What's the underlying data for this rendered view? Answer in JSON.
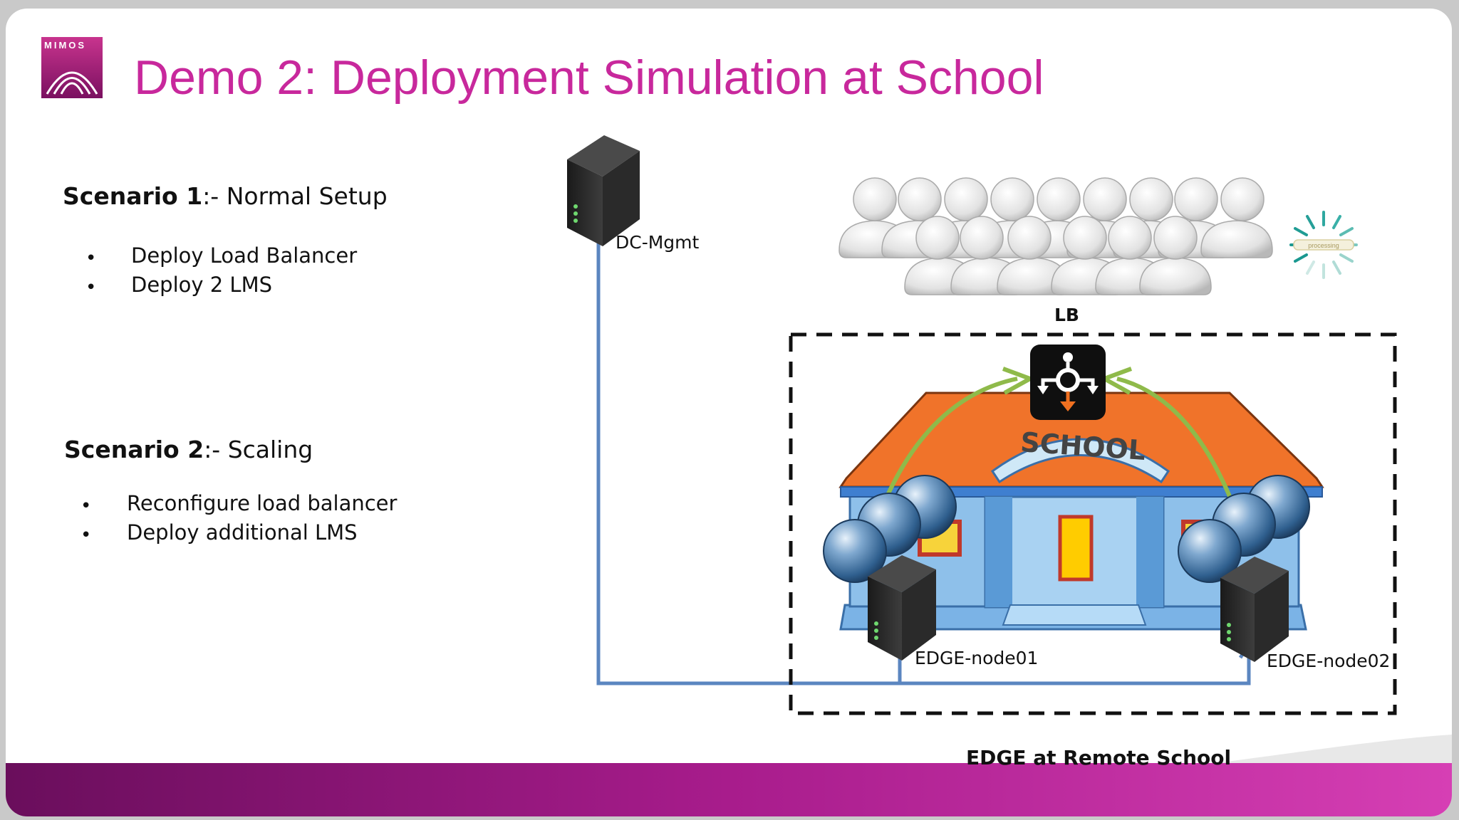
{
  "slide": {
    "title": "Demo 2: Deployment Simulation at School",
    "logo_text": "MIMOS"
  },
  "scenario1": {
    "heading_bold": "Scenario 1",
    "heading_rest": ":-  Normal Setup",
    "bullets": [
      "Deploy Load Balancer",
      "Deploy 2 LMS"
    ]
  },
  "scenario2": {
    "heading_bold": "Scenario 2",
    "heading_rest": ":-  Scaling",
    "bullets": [
      "Reconfigure load balancer",
      "Deploy additional  LMS"
    ]
  },
  "diagram": {
    "dc_label": "DC-Mgmt",
    "lb_label": "LB",
    "school_sign": "SCHOOL",
    "node1_label": "EDGE-node01",
    "node2_label": "EDGE-node02",
    "region_label": "EDGE at Remote School",
    "processing_label": "processing"
  },
  "colors": {
    "title": "#c8289c",
    "bottom_band": "#9c1a80",
    "link_line": "#5b86c0",
    "arrow_green": "#8fba4a",
    "roof": "#f0732a",
    "building": "#8ec0ea"
  }
}
